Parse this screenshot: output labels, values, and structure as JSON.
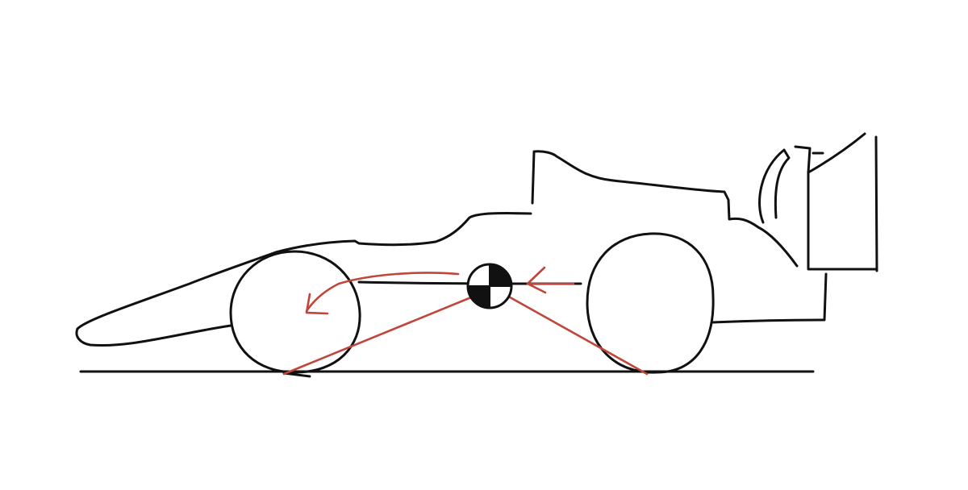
{
  "drawing": {
    "subject": "formula-car-side-view-sketch",
    "colors": {
      "background": "#ffffff",
      "ink": "#111111",
      "accent": "#c0453a"
    },
    "elements": [
      "car-body-outline",
      "front-wheel",
      "rear-wheel",
      "rear-wing",
      "center-of-mass-marker",
      "airflow-arrow",
      "deflected-flow-arrow",
      "load-line-front",
      "load-line-rear",
      "ground-line"
    ]
  }
}
